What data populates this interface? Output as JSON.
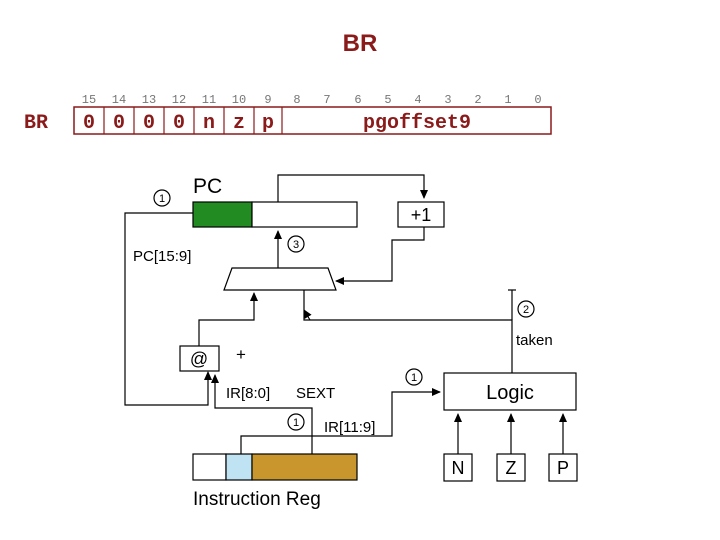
{
  "title": "BR",
  "encoding": {
    "opcode_label": "BR",
    "bit_numbers": [
      "15",
      "14",
      "13",
      "12",
      "11",
      "10",
      "9",
      "8",
      "7",
      "6",
      "5",
      "4",
      "3",
      "2",
      "1",
      "0"
    ],
    "fields": [
      "0",
      "0",
      "0",
      "0",
      "n",
      "z",
      "p",
      "pgoffset9"
    ]
  },
  "datapath": {
    "pc_label": "PC",
    "plus_one_label": "+1",
    "pc_bits_label": "PC[15:9]",
    "at_label": "@",
    "plus_label": "+",
    "ir80_label": "IR[8:0]",
    "sext_label": "SEXT",
    "ir119_label": "IR[11:9]",
    "logic_label": "Logic",
    "taken_label": "taken",
    "flags": [
      "N",
      "Z",
      "P"
    ],
    "ir_label": "Instruction Reg",
    "step_labels": [
      "1",
      "1",
      "1",
      "2",
      "3"
    ]
  },
  "colors": {
    "title": "#8b1a1a",
    "pc_high_bits": "#228b22",
    "ir_light_field": "#bfe3f2",
    "ir_offset_field": "#c9962e"
  }
}
